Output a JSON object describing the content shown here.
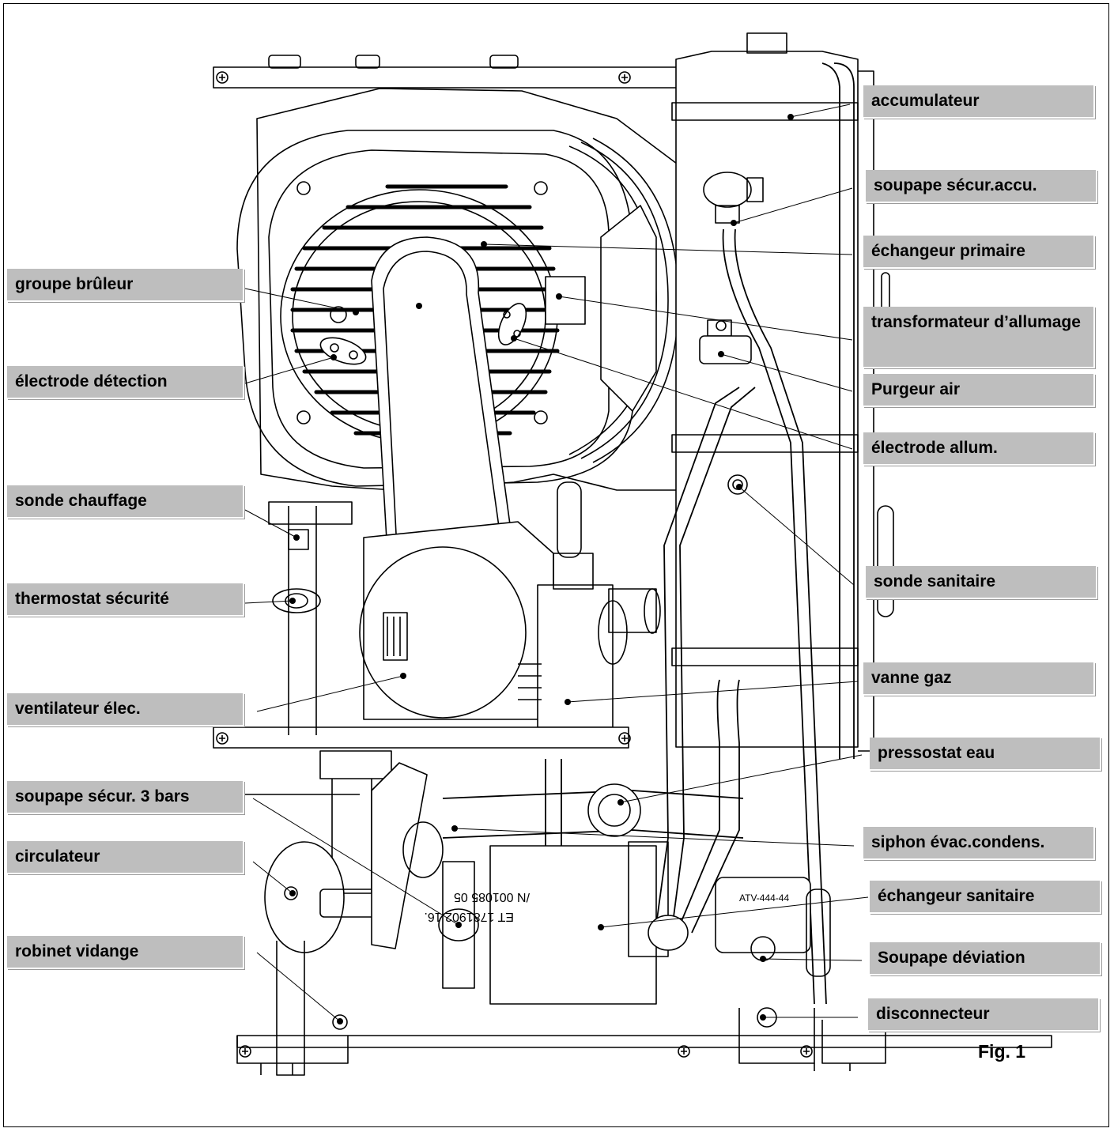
{
  "figure": {
    "caption": "Fig. 1"
  },
  "labels_left": [
    {
      "id": "groupe-bruleur",
      "text": "groupe brûleur"
    },
    {
      "id": "electrode-detection",
      "text": "électrode détection"
    },
    {
      "id": "sonde-chauffage",
      "text": "sonde chauffage"
    },
    {
      "id": "thermostat-securite",
      "text": "thermostat sécurité"
    },
    {
      "id": "ventilateur-elec",
      "text": "ventilateur élec."
    },
    {
      "id": "soupape-securite-3-bars",
      "text": "soupape sécur. 3 bars"
    },
    {
      "id": "circulateur",
      "text": "circulateur"
    },
    {
      "id": "robinet-vidange",
      "text": "robinet vidange"
    }
  ],
  "labels_right": [
    {
      "id": "accumulateur",
      "text": "accumulateur"
    },
    {
      "id": "soupape-securite-accu",
      "text": "soupape sécur.accu."
    },
    {
      "id": "echangeur-primaire",
      "text": "échangeur primaire"
    },
    {
      "id": "transformateur-allumage",
      "text": "transformateur d’allumage"
    },
    {
      "id": "purgeur-air",
      "text": "Purgeur air"
    },
    {
      "id": "electrode-allum",
      "text": "électrode allum."
    },
    {
      "id": "sonde-sanitaire",
      "text": "sonde sanitaire"
    },
    {
      "id": "vanne-gaz",
      "text": "vanne gaz"
    },
    {
      "id": "pressostat-eau",
      "text": "pressostat eau"
    },
    {
      "id": "siphon-evac-condens",
      "text": "siphon évac.condens."
    },
    {
      "id": "echangeur-sanitaire",
      "text": "échangeur sanitaire"
    },
    {
      "id": "soupape-deviation",
      "text": "Soupape déviation"
    },
    {
      "id": "disconnecteur",
      "text": "disconnecteur"
    }
  ],
  "component_markings": {
    "valve_label": "ATV-444-44",
    "plate_text": "ET 1781902 16.",
    "plate_text_2": "/N 001085 05"
  }
}
